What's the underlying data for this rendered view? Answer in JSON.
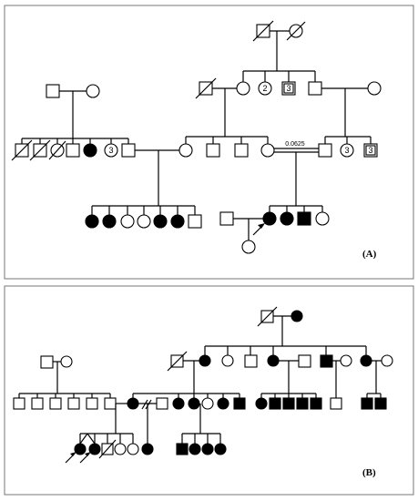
{
  "panel_a": {
    "label": "(A)",
    "consanguinity_coefficient": "0.0625",
    "group_counts": [
      "2",
      "3",
      "3",
      "3"
    ]
  },
  "panel_b": {
    "label": "(B)"
  }
}
